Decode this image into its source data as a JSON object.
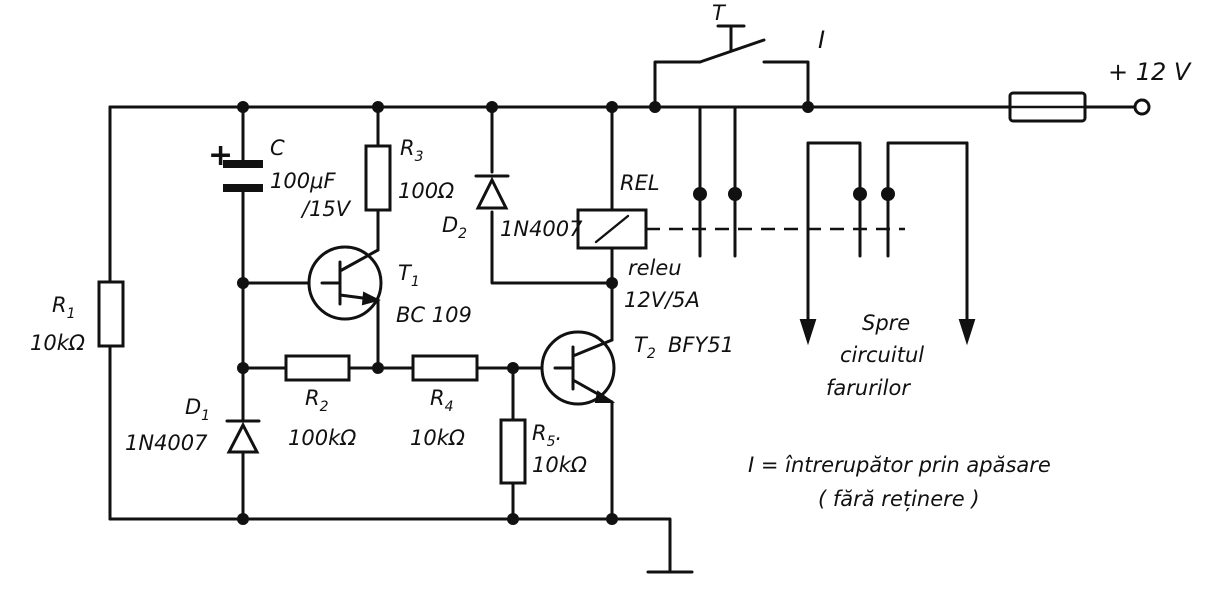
{
  "supply": {
    "label": "+ 12 V"
  },
  "switch": {
    "symbol": "T",
    "ref": "I"
  },
  "legend": {
    "line1": "I = întrerupător prin apăsare",
    "line2": "( fără reținere )"
  },
  "output": {
    "line1": "Spre",
    "line2": "circuitul",
    "line3": "farurilor"
  },
  "components": {
    "r1": {
      "ref": "R",
      "sub": "1",
      "value": "10kΩ"
    },
    "r2": {
      "ref": "R",
      "sub": "2",
      "value": "100kΩ"
    },
    "r3": {
      "ref": "R",
      "sub": "3",
      "value": "100Ω"
    },
    "r4": {
      "ref": "R",
      "sub": "4",
      "value": "10kΩ"
    },
    "r5": {
      "ref": "R",
      "sub": "5",
      "suffix": ".",
      "value": "10kΩ"
    },
    "c": {
      "ref": "C",
      "value1": "100μF",
      "value2": "/15V",
      "polarity": "+"
    },
    "d1": {
      "ref": "D",
      "sub": "1",
      "value": "1N4007"
    },
    "d2": {
      "ref": "D",
      "sub": "2",
      "value": "1N4007"
    },
    "t1": {
      "ref": "T",
      "sub": "1",
      "value": "BC 109"
    },
    "t2": {
      "ref": "T",
      "sub": "2",
      "value": "BFY51"
    },
    "rel": {
      "ref": "REL",
      "line1": "releu",
      "line2": "12V/5A"
    }
  },
  "colors": {
    "ink": "#111111",
    "paper": "#ffffff"
  }
}
